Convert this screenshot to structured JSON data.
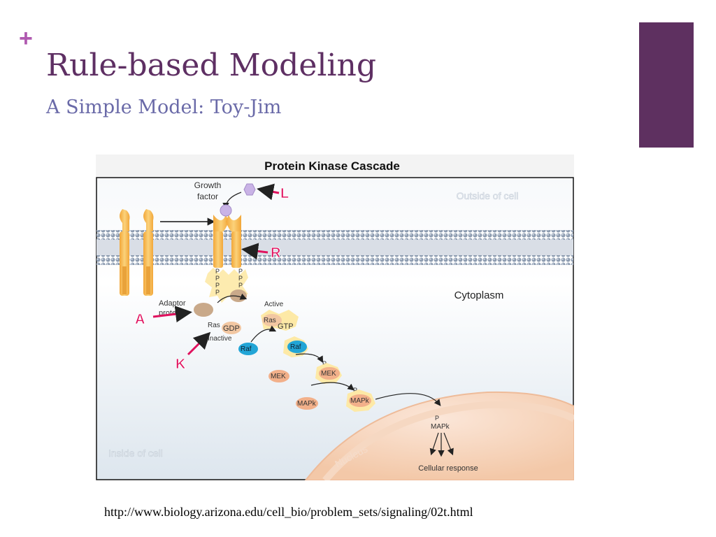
{
  "slide": {
    "plus": "+",
    "title": "Rule-based Modeling",
    "subtitle": "A Simple Model:  Toy-Jim",
    "url": "http://www.biology.arizona.edu/cell_bio/problem_sets/signaling/02t.html",
    "accent_color": "#5e3060"
  },
  "diagram": {
    "title": "Protein Kinase Cascade",
    "outside_label": "Outside of cell",
    "cytoplasm_label": "Cytoplasm",
    "inside_label": "Inside of cell",
    "nucleus_label": "Nucleus",
    "growth_factor_line1": "Growth",
    "growth_factor_line2": "factor",
    "adaptor_line1": "Adaptor",
    "adaptor_line2": "protein",
    "active_label": "Active",
    "inactive_label": "Inactive",
    "phospho": "P",
    "ras": "Ras",
    "gdp": "GDP",
    "gtp": "GTP",
    "raf": "Raf",
    "mek": "MEK",
    "mapk": "MAPk",
    "cellular_response": "Cellular response",
    "callout_l": "L",
    "callout_r": "R",
    "callout_a": "A",
    "callout_k": "K",
    "callout_color": "#e0125e"
  }
}
